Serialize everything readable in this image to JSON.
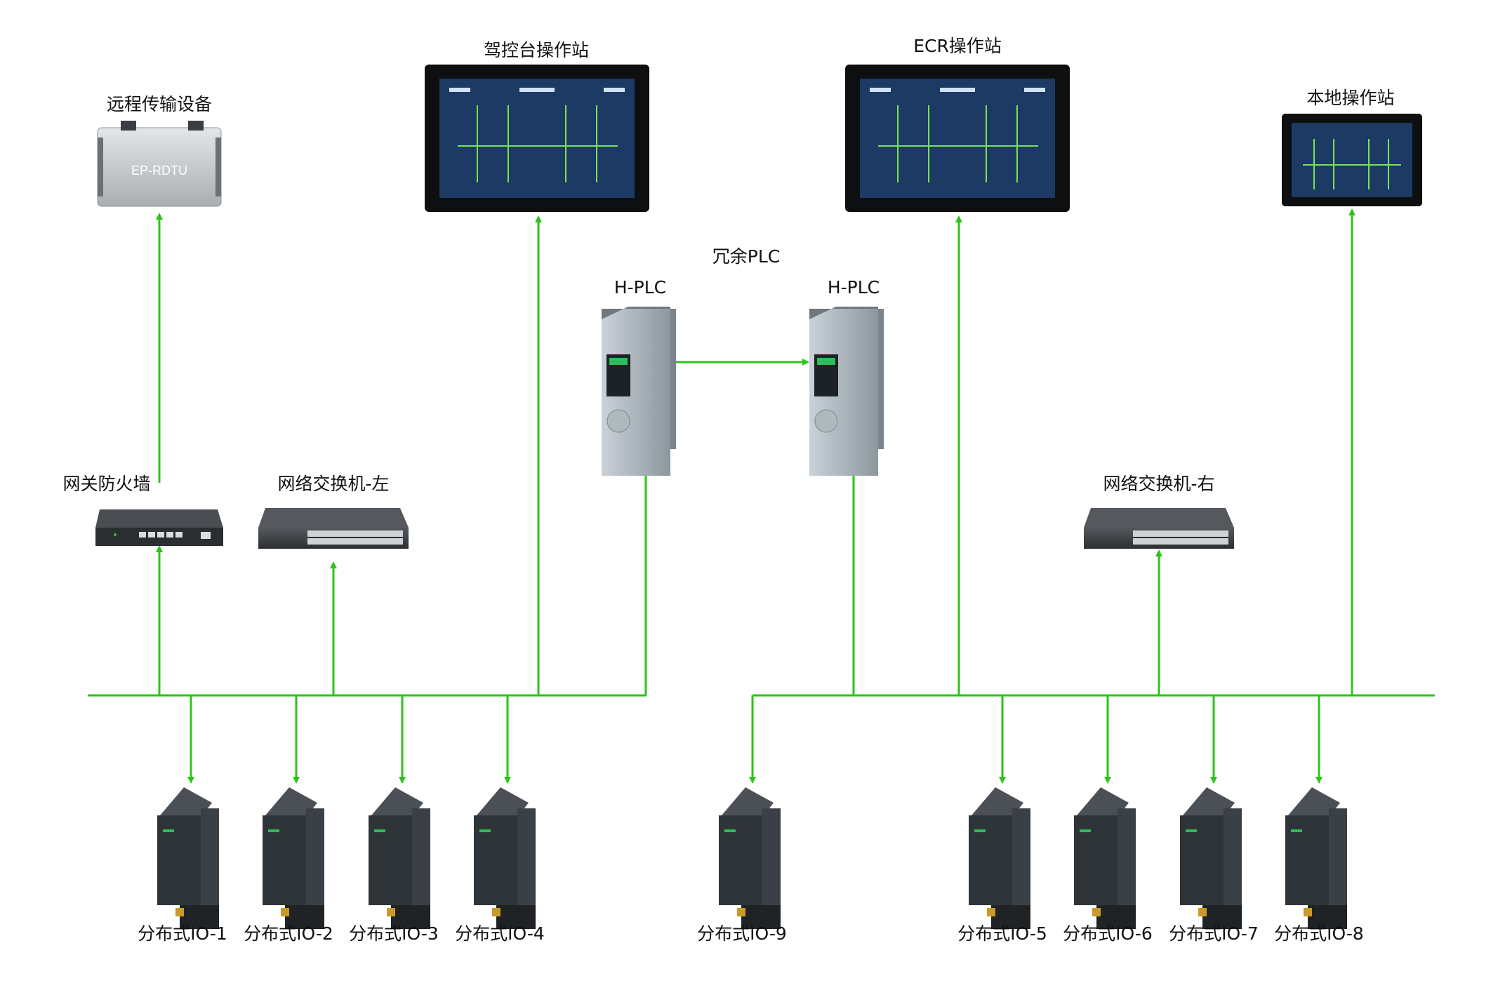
{
  "labels": {
    "remote": "远程传输设备",
    "bridge_station": "驾控台操作站",
    "ecr_station": "ECR操作站",
    "local_station": "本地操作站",
    "redundant_plc": "冗余PLC",
    "hplc_left": "H-PLC",
    "hplc_right": "H-PLC",
    "firewall": "网关防火墙",
    "switch_left": "网络交换机-左",
    "switch_right": "网络交换机-右",
    "rdtu_text": "EP-RDTU",
    "io": [
      "分布式IO-1",
      "分布式IO-2",
      "分布式IO-3",
      "分布式IO-4",
      "分布式IO-9",
      "分布式IO-5",
      "分布式IO-6",
      "分布式IO-7",
      "分布式IO-8"
    ]
  },
  "colors": {
    "link": "#2dc31a",
    "screen_bg": "#1c3a63",
    "device_dark": "#2f3438",
    "switch_body": "#3b3f44",
    "plc_body": "#b9c3c9"
  }
}
